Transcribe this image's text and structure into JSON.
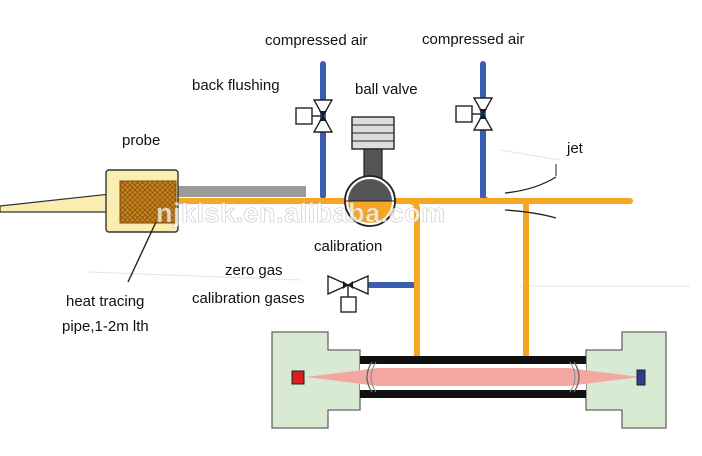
{
  "labels": {
    "compressed_air_left": "compressed air",
    "compressed_air_right": "compressed air",
    "back_flushing": "back flushing",
    "ball_valve": "ball valve",
    "probe": "probe",
    "jet": "jet",
    "calibration": "calibration",
    "zero_gas": "zero gas",
    "calibration_gases": "calibration gases",
    "heat_tracing_line1": "heat tracing",
    "heat_tracing_line2": "pipe,1-2m lth"
  },
  "watermark": "njklsk.en.alibaba.com",
  "colors": {
    "gas_line": "#f5a623",
    "air_line": "#3a5fb0",
    "probe_body": "#f9eeb0",
    "filter": "#c8841a",
    "heat_pipe": "#9a9a9a",
    "flange": "#d8ead2",
    "beam": "#f4a6a0",
    "tube_wall": "#111111",
    "emitter": "#d62020",
    "detector": "#2f3c8f"
  }
}
